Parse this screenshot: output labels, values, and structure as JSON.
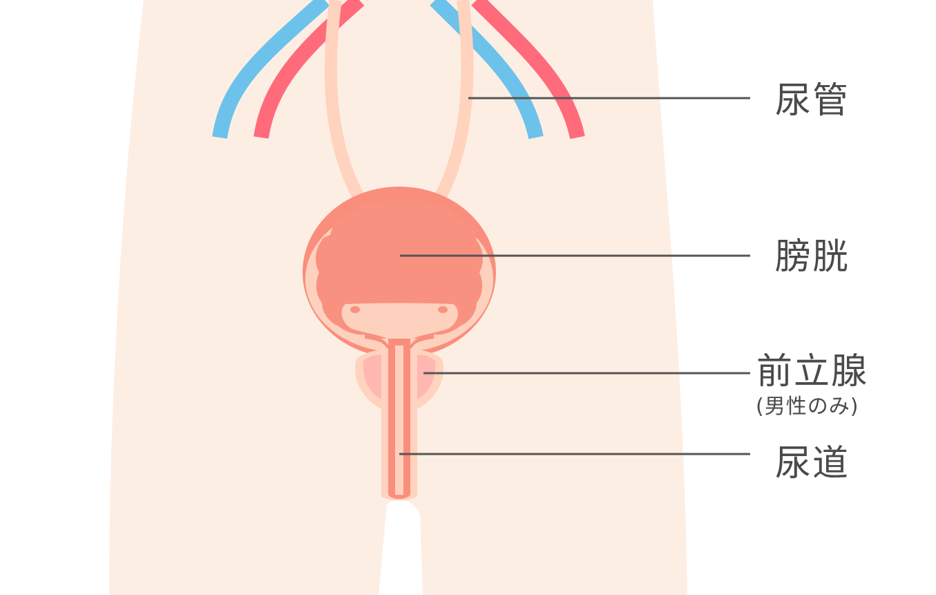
{
  "labels": {
    "ureter": "尿管",
    "bladder": "膀胱",
    "prostate": "前立腺",
    "prostate_note": "(男性のみ)",
    "urethra": "尿道"
  },
  "colors": {
    "background": "#ffffff",
    "body_skin": "#fdeee4",
    "vein": "#6cc2ea",
    "artery": "#ff6b7b",
    "ureter": "#ffd3bd",
    "bladder_wall": "#fa8e7d",
    "bladder_inner": "#f99180",
    "bladder_rim": "#fdd1bd",
    "prostate_outer": "#ffd3bd",
    "prostate_inner": "#ffb7b2",
    "urethra": "#fa8e7d",
    "leader_line": "#555555",
    "label_text": "#4a4a4a"
  },
  "icons": {
    "body": "pelvis-body-shape",
    "vessels": "iliac-blood-vessels",
    "organ": "urinary-bladder"
  }
}
